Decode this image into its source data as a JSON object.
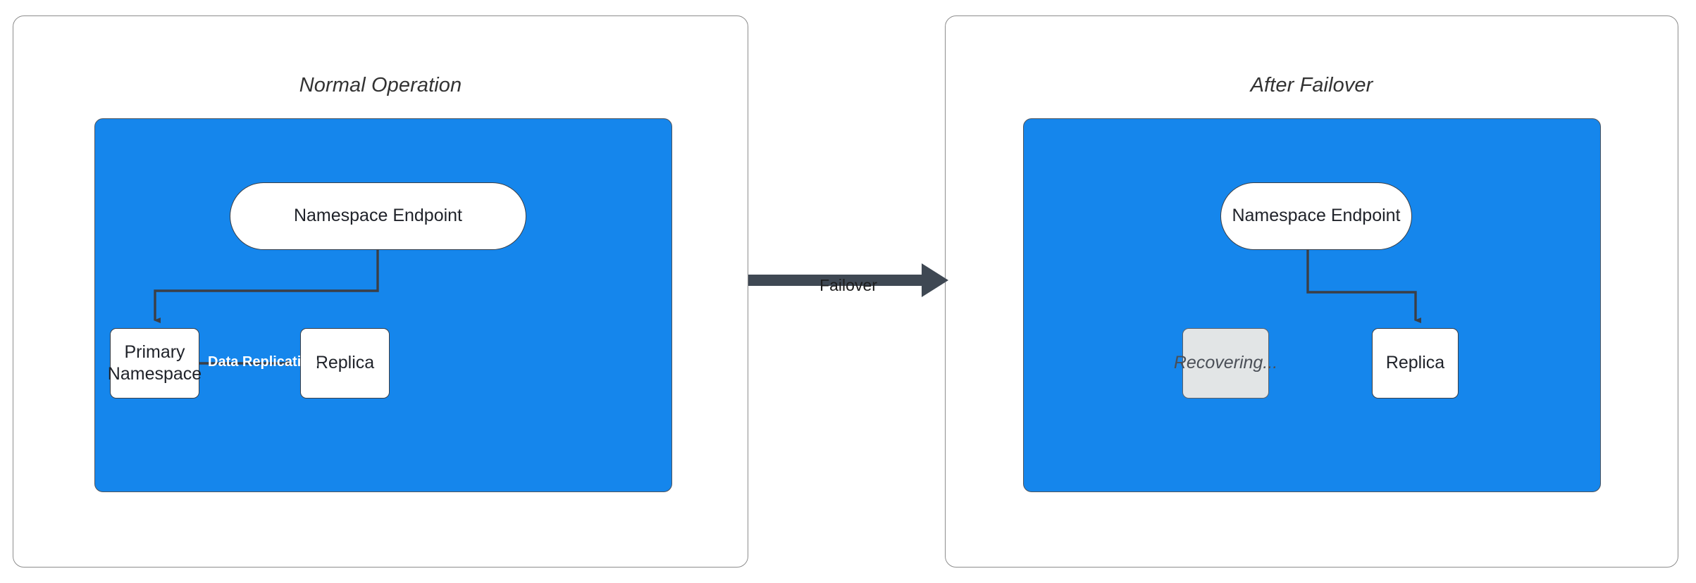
{
  "diagram": {
    "type": "failover-architecture-diagram",
    "background_color": "#ffffff",
    "zone_color": "#1586ec",
    "edge_color": "#3b3f46",
    "panels": [
      {
        "id": "normal",
        "title": "Normal Operation",
        "nodes": [
          {
            "id": "endpoint",
            "label": "Namespace Endpoint",
            "shape": "pill",
            "fill": "#ffffff"
          },
          {
            "id": "primary",
            "label": "Primary\nNamespace",
            "line1": "Primary",
            "line2": "Namespace",
            "shape": "rect",
            "fill": "#ffffff"
          },
          {
            "id": "replica",
            "label": "Replica",
            "shape": "rect",
            "fill": "#ffffff"
          }
        ],
        "edges": [
          {
            "from": "endpoint",
            "to": "primary",
            "label": ""
          },
          {
            "from": "primary",
            "to": "replica",
            "label": "Data Replication"
          }
        ]
      },
      {
        "id": "failover",
        "title": "After Failover",
        "nodes": [
          {
            "id": "endpoint",
            "label": "Namespace Endpoint",
            "shape": "pill",
            "fill": "#ffffff"
          },
          {
            "id": "recovering",
            "label": "Recovering...",
            "shape": "rect",
            "fill": "#e2e5e6"
          },
          {
            "id": "replica",
            "label": "Replica",
            "shape": "rect",
            "fill": "#ffffff"
          }
        ],
        "edges": [
          {
            "from": "endpoint",
            "to": "replica",
            "label": ""
          }
        ]
      }
    ],
    "transition": {
      "label": "Failover",
      "direction": "left-to-right"
    }
  }
}
